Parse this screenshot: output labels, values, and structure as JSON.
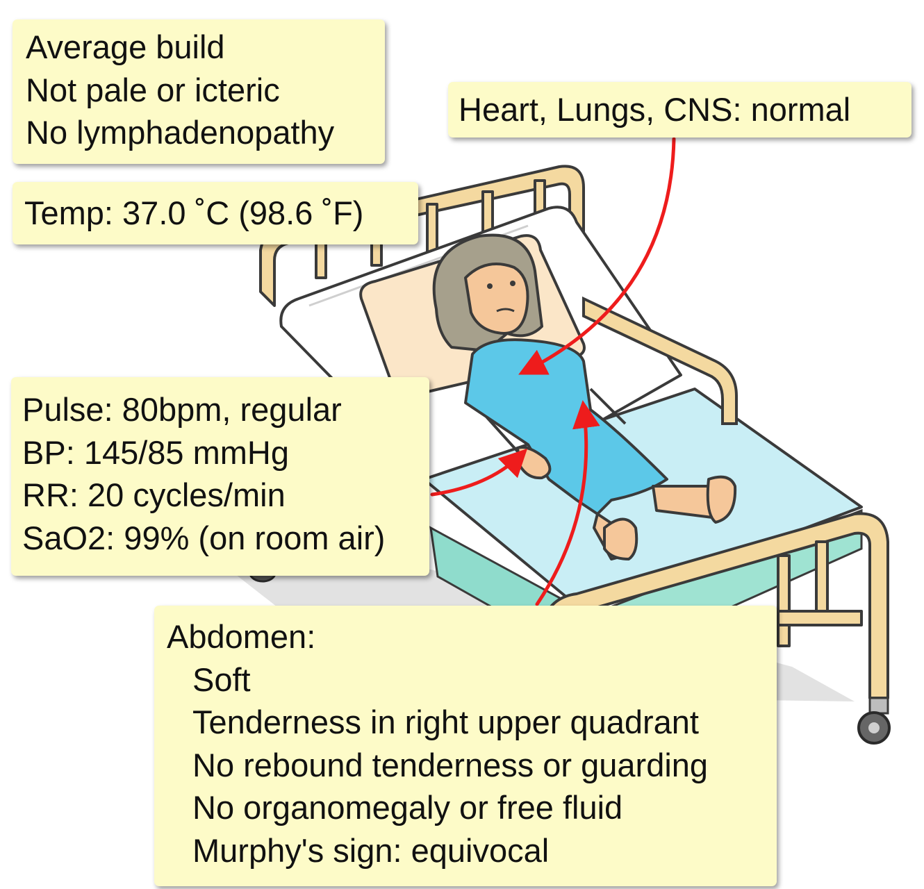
{
  "notes": {
    "general": [
      "Average build",
      "Not pale or icteric",
      "No lymphadenopathy"
    ],
    "temperature": "Temp: 37.0 ˚C (98.6 ˚F)",
    "organs": "Heart, Lungs, CNS: normal",
    "vitals": [
      "Pulse: 80bpm, regular",
      "BP: 145/85 mmHg",
      "RR: 20 cycles/min",
      "SaO2: 99% (on room air)"
    ],
    "abdomen": {
      "heading": "Abdomen:",
      "findings": [
        "Soft",
        "Tenderness in right upper quadrant",
        "No rebound tenderness or guarding",
        "No organomegaly or free fluid",
        "Murphy's sign: equivocal"
      ]
    }
  },
  "colors": {
    "note_background": "#fdfbc8",
    "arrow": "#ee1c1c",
    "bed_frame": "#f4d9a0",
    "mattress": "#c9eef5",
    "gown": "#5cc8e8",
    "pillow": "#fbe6c8"
  },
  "illustration": {
    "subject": "patient-lying-in-hospital-bed"
  }
}
